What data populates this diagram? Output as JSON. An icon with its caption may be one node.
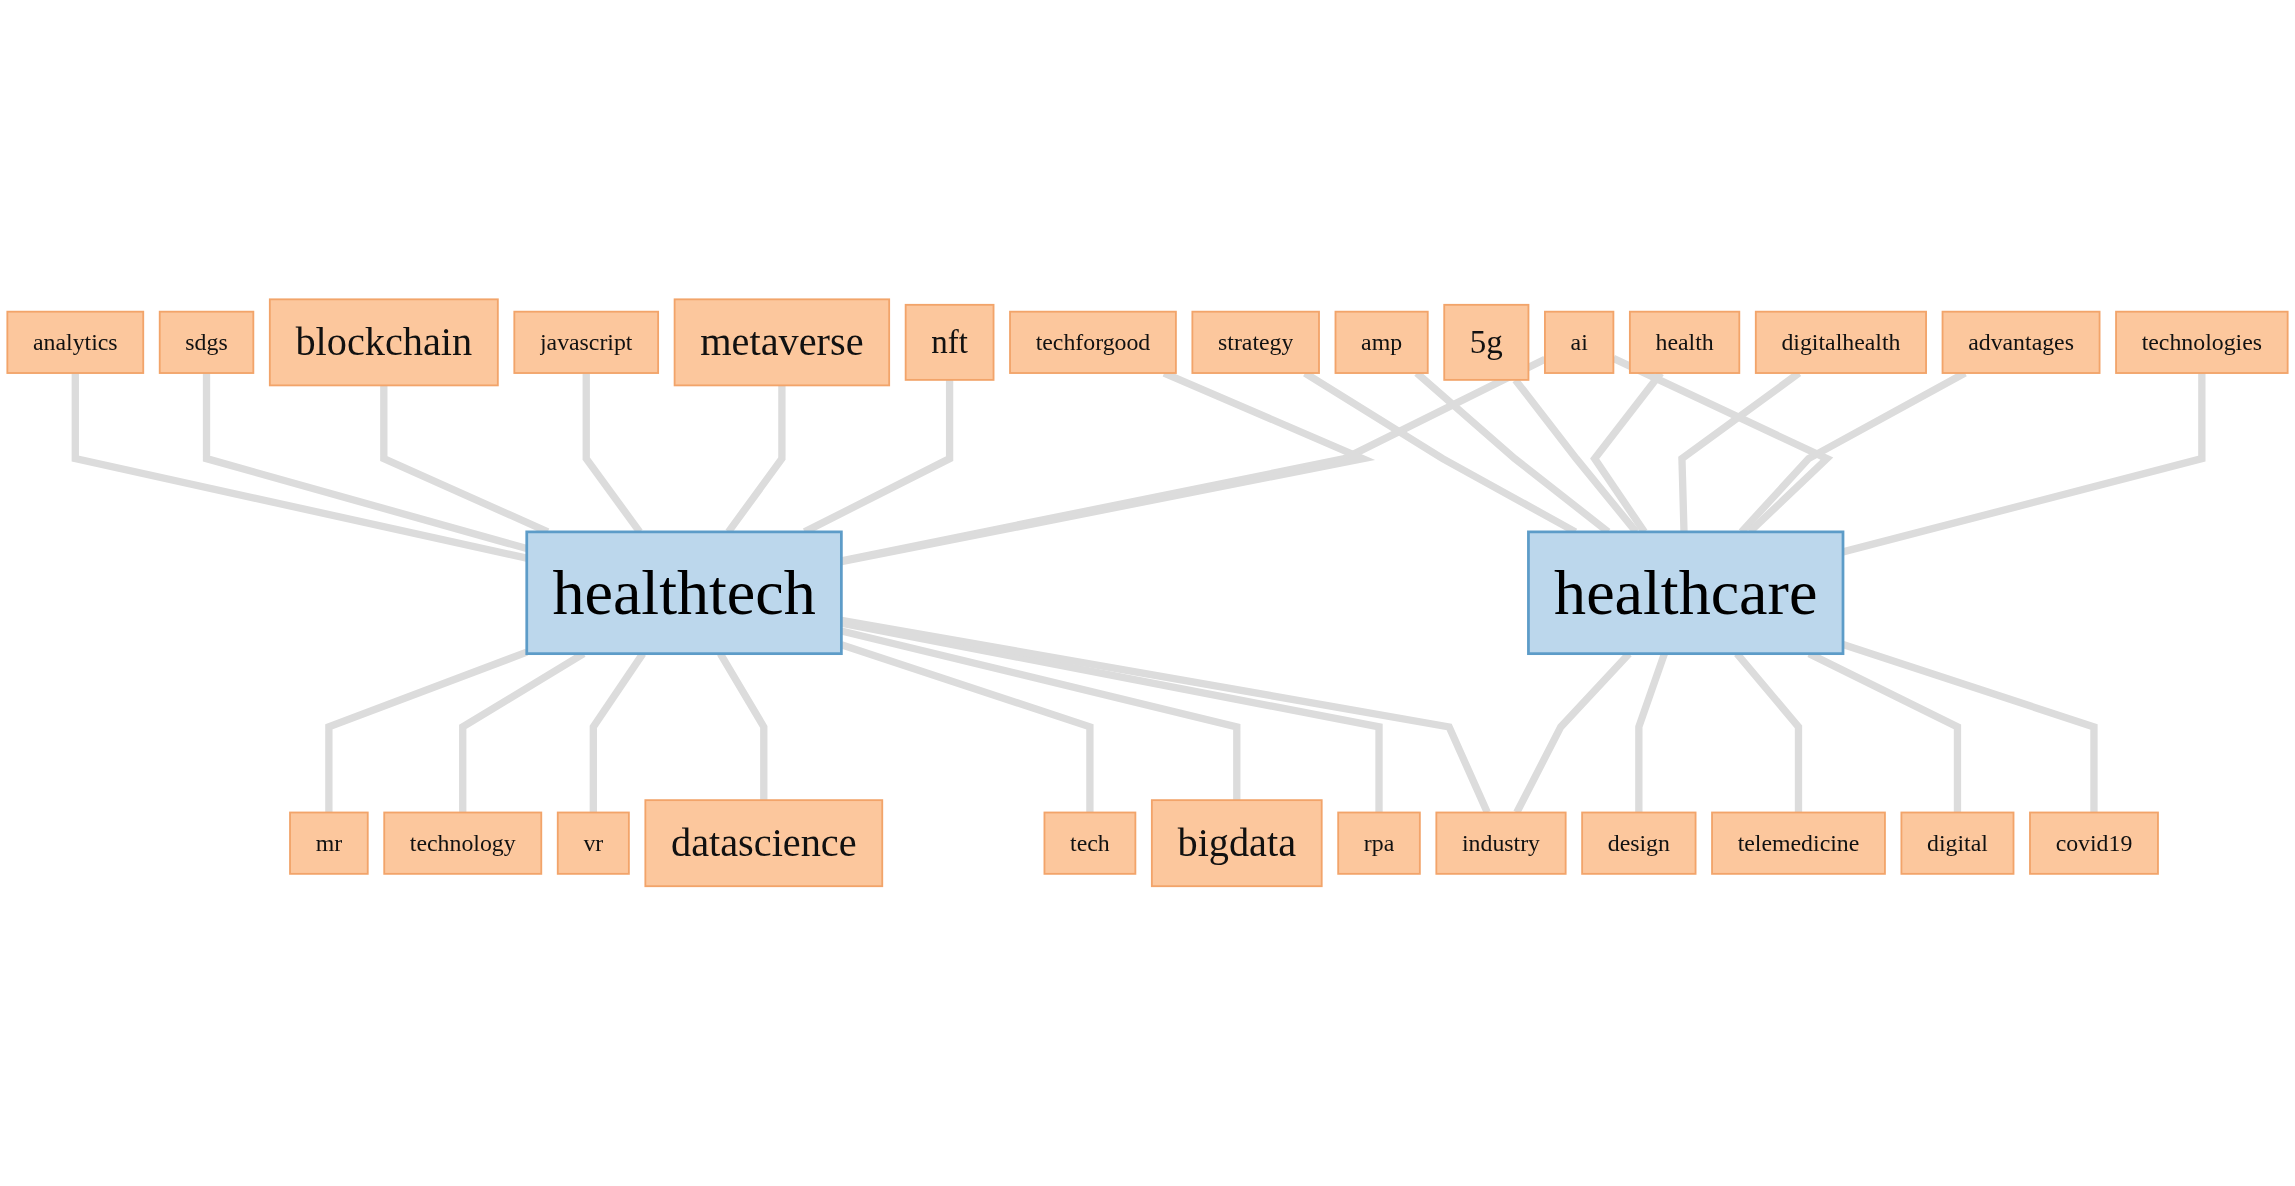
{
  "diagram": {
    "nodes": [
      {
        "text": [
          "analytics"
        ]
      },
      {
        "text": [
          "sdgs"
        ]
      },
      {
        "text": [
          "strategy"
        ]
      },
      {
        "text": [
          "blockchain"
        ]
      },
      {
        "text": [
          "javascript"
        ]
      },
      {
        "text": [
          "amp"
        ]
      },
      {
        "text": [
          "5g"
        ]
      },
      {
        "text": [
          "metaverse"
        ]
      },
      {
        "text": [
          "health"
        ]
      },
      {
        "text": [
          "digitalhealth"
        ]
      },
      {
        "text": [
          "advantages"
        ]
      },
      {
        "text": [
          "nft"
        ]
      },
      {
        "text": [
          "ai"
        ]
      },
      {
        "text": [
          "technologies"
        ]
      },
      {
        "text": [
          "techforgood"
        ]
      },
      {
        "text": [
          "healthtech"
        ]
      },
      {
        "text": [
          "healthcare"
        ]
      },
      {
        "text": [
          "mr"
        ]
      },
      {
        "text": [
          "design"
        ]
      },
      {
        "text": [
          "telemedicine"
        ]
      },
      {
        "text": [
          "technology"
        ]
      },
      {
        "text": [
          "digital"
        ]
      },
      {
        "text": [
          "vr"
        ]
      },
      {
        "text": [
          "rpa"
        ]
      },
      {
        "text": [
          "industry"
        ]
      },
      {
        "text": [
          "covid19"
        ]
      },
      {
        "text": [
          "datascience"
        ]
      },
      {
        "text": [
          "tech"
        ]
      },
      {
        "text": [
          "bigdata"
        ]
      }
    ],
    "edges": [
      {
        "from": 0,
        "to": 15,
        "arrow": "none"
      },
      {
        "from": 1,
        "to": 15,
        "arrow": "none"
      },
      {
        "from": 3,
        "to": 15,
        "arrow": "none"
      },
      {
        "from": 4,
        "to": 15,
        "arrow": "none"
      },
      {
        "from": 7,
        "to": 15,
        "arrow": "none"
      },
      {
        "from": 11,
        "to": 15,
        "arrow": "none"
      },
      {
        "from": 12,
        "to": 15,
        "arrow": "none"
      },
      {
        "from": 14,
        "to": 15,
        "arrow": "none"
      },
      {
        "from": 15,
        "to": 17,
        "arrow": "none"
      },
      {
        "from": 15,
        "to": 20,
        "arrow": "none"
      },
      {
        "from": 15,
        "to": 22,
        "arrow": "none"
      },
      {
        "from": 15,
        "to": 26,
        "arrow": "none"
      },
      {
        "from": 15,
        "to": 27,
        "arrow": "none"
      },
      {
        "from": 15,
        "to": 28,
        "arrow": "none"
      },
      {
        "from": 15,
        "to": 23,
        "arrow": "none"
      },
      {
        "from": 15,
        "to": 24,
        "arrow": "none"
      },
      {
        "from": 2,
        "to": 16,
        "arrow": "none"
      },
      {
        "from": 5,
        "to": 16,
        "arrow": "none"
      },
      {
        "from": 6,
        "to": 16,
        "arrow": "none"
      },
      {
        "from": 8,
        "to": 16,
        "arrow": "none"
      },
      {
        "from": 9,
        "to": 16,
        "arrow": "none"
      },
      {
        "from": 10,
        "to": 16,
        "arrow": "none"
      },
      {
        "from": 12,
        "to": 16,
        "arrow": "none"
      },
      {
        "from": 13,
        "to": 16,
        "arrow": "none"
      },
      {
        "from": 16,
        "to": 18,
        "arrow": "none"
      },
      {
        "from": 16,
        "to": 19,
        "arrow": "none"
      },
      {
        "from": 16,
        "to": 21,
        "arrow": "none"
      },
      {
        "from": 16,
        "to": 25,
        "arrow": "none"
      },
      {
        "from": 16,
        "to": 24,
        "arrow": "none"
      }
    ]
  }
}
